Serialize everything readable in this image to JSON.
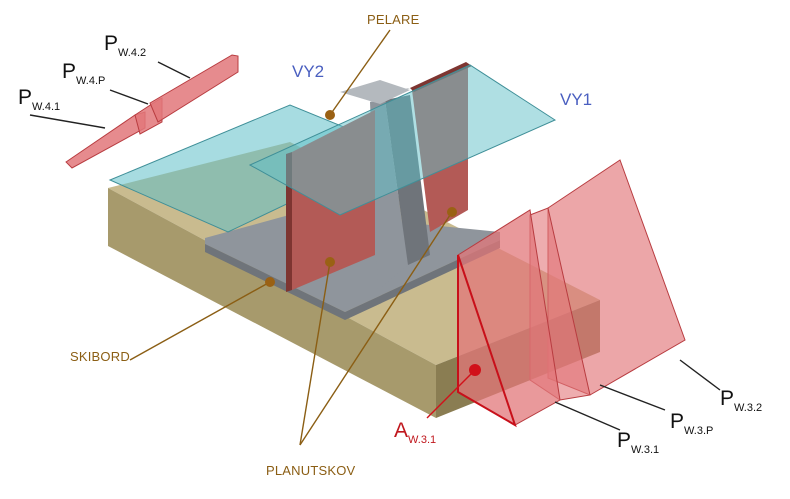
{
  "colors": {
    "foundation_top": "#c9bb8f",
    "foundation_front": "#a79a6c",
    "foundation_side": "#8a7d52",
    "water": "#5fbfc8",
    "gray_face": "#8f959c",
    "gray_dark": "#6f747a",
    "gray_light": "#b4b9be",
    "red_wall": "#b35a56",
    "red_wall_dark": "#7e3531",
    "pressure_fill": "#e2777a",
    "pressure_edge": "#b83c40",
    "highlight_edge": "#c8101a",
    "label_brown": "#8b5e14",
    "label_blue": "#4a5fc0",
    "dot_brown": "#9a6114",
    "dot_red": "#d1111a"
  },
  "labels": {
    "pelare": "PELARE",
    "skibord": "SKIBORD",
    "planutskov": "PLANUTSKOV",
    "vy1": "VY1",
    "vy2": "VY2"
  },
  "pressures": {
    "p_w41": {
      "main": "P",
      "sub": "W.4.1"
    },
    "p_w4p": {
      "main": "P",
      "sub": "W.4.P"
    },
    "p_w42": {
      "main": "P",
      "sub": "W.4.2"
    },
    "a_w31": {
      "main": "A",
      "sub": "W.3.1"
    },
    "p_w31": {
      "main": "P",
      "sub": "W.3.1"
    },
    "p_w3p": {
      "main": "P",
      "sub": "W.3.P"
    },
    "p_w32": {
      "main": "P",
      "sub": "W.3.2"
    }
  }
}
